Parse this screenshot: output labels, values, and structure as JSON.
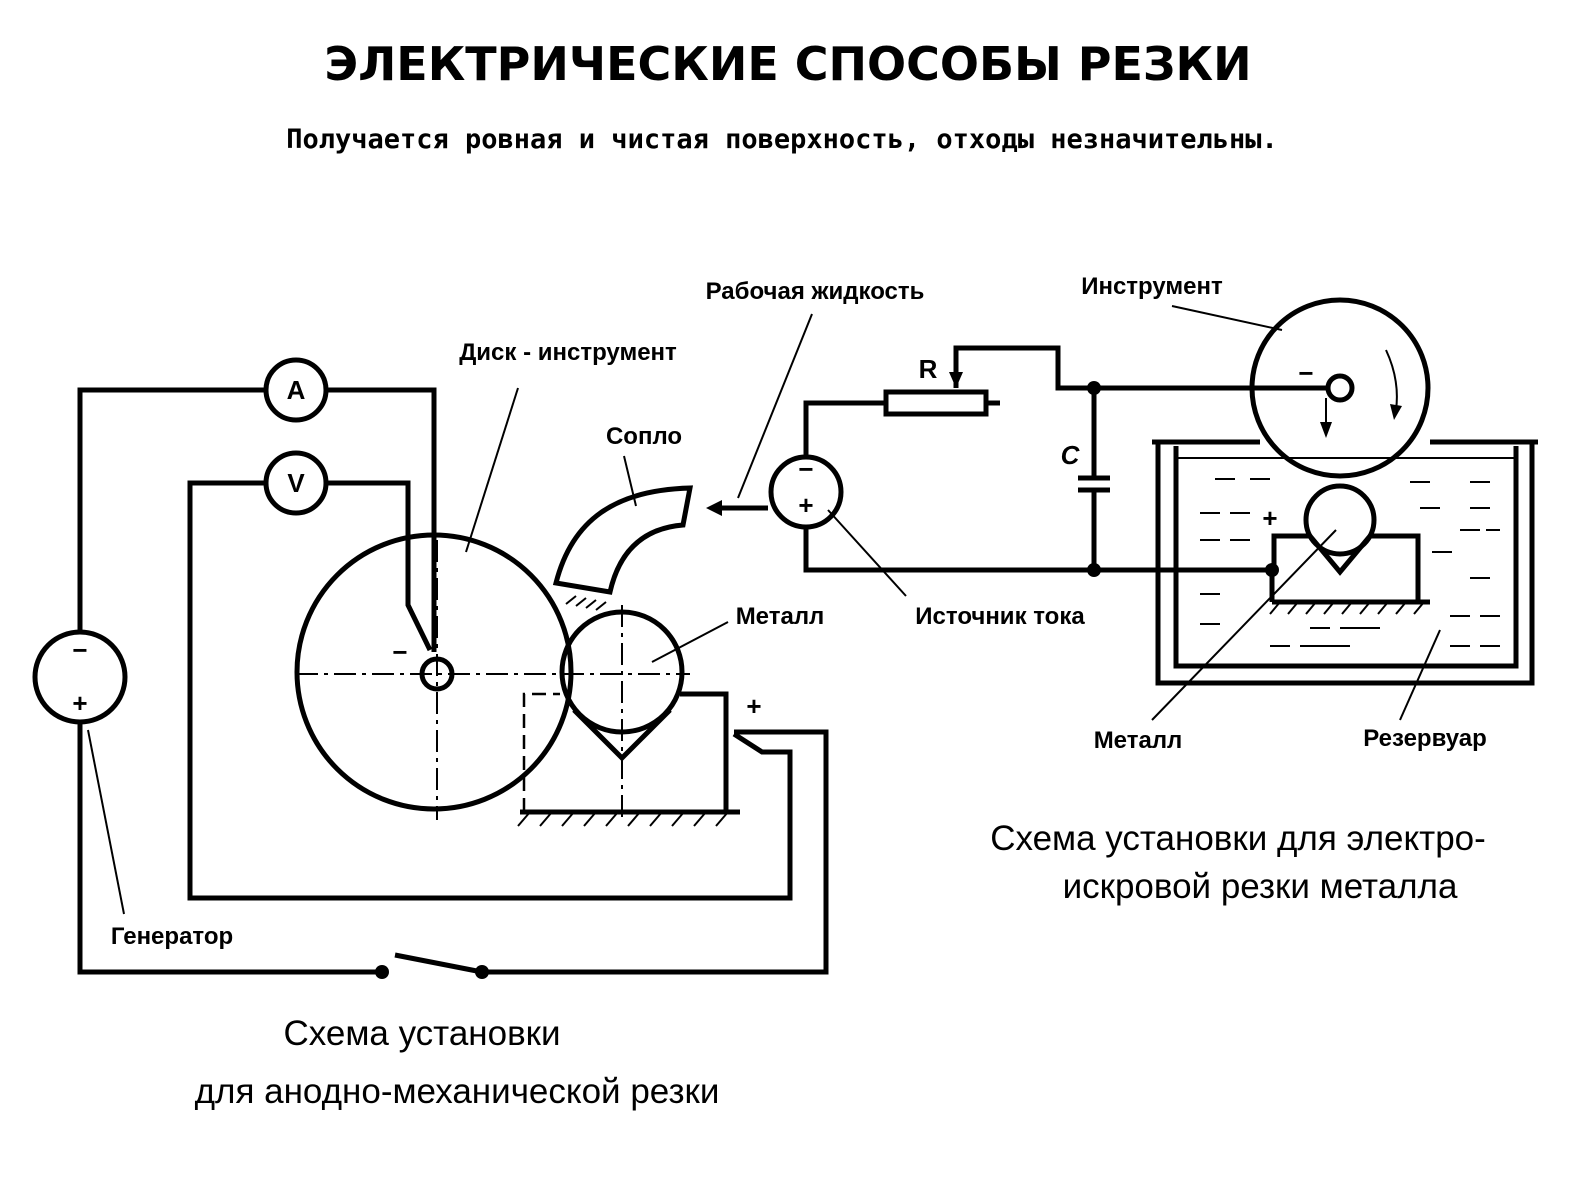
{
  "header": {
    "title": "ЭЛЕКТРИЧЕСКИЕ СПОСОБЫ РЕЗКИ",
    "subtitle": "Получается ровная и чистая поверхность, отходы незначительны."
  },
  "anodic": {
    "labels": {
      "disk_tool": "Диск - инструмент",
      "nozzle": "Сопло",
      "metal": "Металл",
      "generator": "Генератор",
      "working_fluid": "Рабочая жидкость"
    },
    "symbols": {
      "ammeter": "A",
      "voltmeter": "V",
      "minus": "−",
      "plus": "+"
    },
    "caption": {
      "line1": "Схема установки",
      "line2": "для анодно-механической резки"
    }
  },
  "spark": {
    "labels": {
      "tool": "Инструмент",
      "current_source": "Источник тока",
      "metal": "Металл",
      "reservoir": "Резервуар"
    },
    "symbols": {
      "resistor": "R",
      "capacitor": "C"
    },
    "caption": {
      "line1": "Схема установки для электро-",
      "line2": "искровой резки металла"
    }
  }
}
